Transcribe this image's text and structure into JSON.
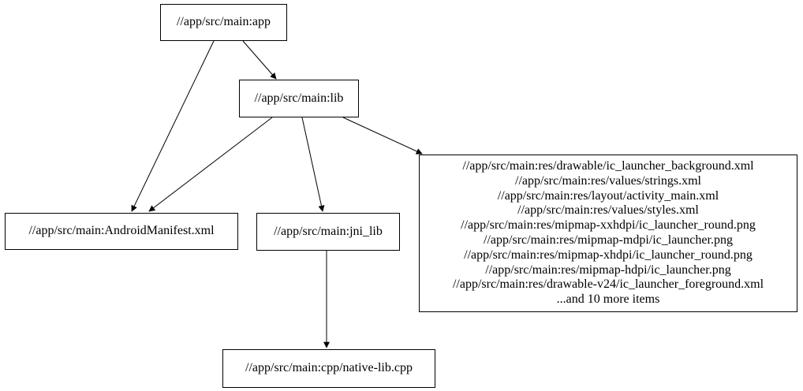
{
  "diagram": {
    "type": "dependency-graph",
    "background_color": "#ffffff",
    "node_border_color": "#000000",
    "text_color": "#000000",
    "edge_color": "#000000",
    "nodes": [
      {
        "id": "app",
        "label": "//app/src/main:app"
      },
      {
        "id": "lib",
        "label": "//app/src/main:lib"
      },
      {
        "id": "android_manifest",
        "label": "//app/src/main:AndroidManifest.xml"
      },
      {
        "id": "jni_lib",
        "label": "//app/src/main:jni_lib"
      },
      {
        "id": "res_group",
        "lines": [
          "//app/src/main:res/drawable/ic_launcher_background.xml",
          "//app/src/main:res/values/strings.xml",
          "//app/src/main:res/layout/activity_main.xml",
          "//app/src/main:res/values/styles.xml",
          "//app/src/main:res/mipmap-xxhdpi/ic_launcher_round.png",
          "//app/src/main:res/mipmap-mdpi/ic_launcher.png",
          "//app/src/main:res/mipmap-xhdpi/ic_launcher_round.png",
          "//app/src/main:res/mipmap-hdpi/ic_launcher.png",
          "//app/src/main:res/drawable-v24/ic_launcher_foreground.xml",
          "...and 10 more items"
        ]
      },
      {
        "id": "native_lib_cpp",
        "label": "//app/src/main:cpp/native-lib.cpp"
      }
    ],
    "edges": [
      {
        "from": "app",
        "to": "lib"
      },
      {
        "from": "app",
        "to": "android_manifest"
      },
      {
        "from": "lib",
        "to": "android_manifest"
      },
      {
        "from": "lib",
        "to": "jni_lib"
      },
      {
        "from": "lib",
        "to": "res_group"
      },
      {
        "from": "jni_lib",
        "to": "native_lib_cpp"
      }
    ]
  }
}
